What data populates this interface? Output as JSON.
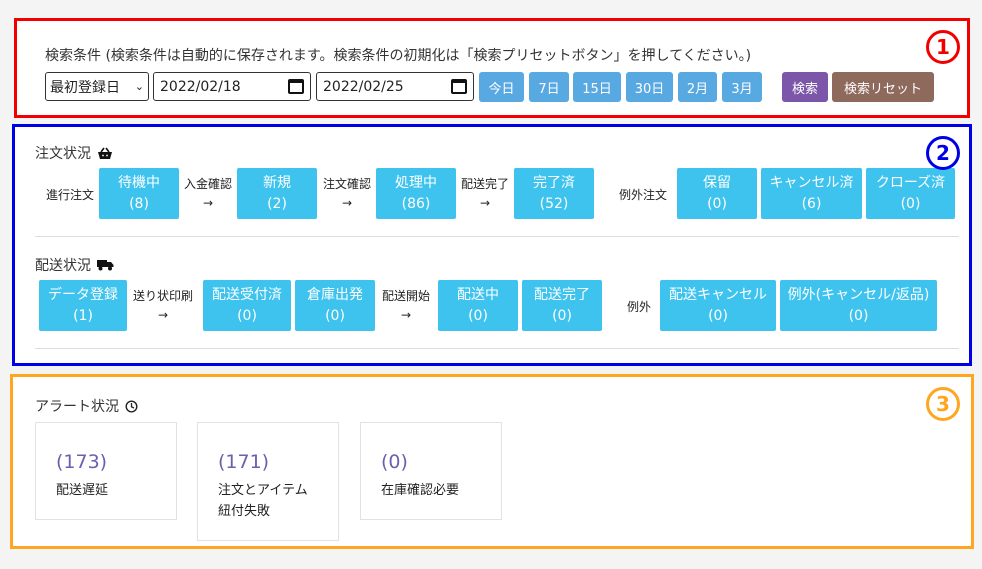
{
  "search": {
    "title": "検索条件 (検索条件は自動的に保存されます。検索条件の初期化は「検索プリセットボタン」を押してください。)",
    "sort_select": "最初登録日",
    "date_from": "2022/02/18",
    "date_to": "2022/02/25",
    "quick_ranges": [
      "今日",
      "7日",
      "15日",
      "30日",
      "2月",
      "3月"
    ],
    "search_label": "検索",
    "reset_label": "検索リセット",
    "marker": "1"
  },
  "order_status": {
    "heading": "注文状況",
    "icon": "basket-icon",
    "progress_label": "進行注文",
    "steps": [
      {
        "label": "待機中",
        "count": "(8)"
      },
      {
        "label": "新規",
        "count": "(2)"
      },
      {
        "label": "処理中",
        "count": "(86)"
      },
      {
        "label": "完了済",
        "count": "(52)"
      }
    ],
    "transitions": [
      "入金確認",
      "注文確認",
      "配送完了"
    ],
    "arrow": "→",
    "exception_label": "例外注文",
    "exceptions": [
      {
        "label": "保留",
        "count": "(0)"
      },
      {
        "label": "キャンセル済",
        "count": "(6)"
      },
      {
        "label": "クローズ済",
        "count": "(0)"
      }
    ]
  },
  "shipping_status": {
    "heading": "配送状況",
    "icon": "truck-icon",
    "steps": [
      {
        "label": "データ登録",
        "count": "(1)"
      },
      {
        "label": "配送受付済",
        "count": "(0)"
      },
      {
        "label": "倉庫出発",
        "count": "(0)"
      },
      {
        "label": "配送中",
        "count": "(0)"
      },
      {
        "label": "配送完了",
        "count": "(0)"
      }
    ],
    "transitions": [
      "送り状印刷",
      "配送開始"
    ],
    "arrow": "→",
    "exception_label": "例外",
    "exceptions": [
      {
        "label": "配送キャンセル",
        "count": "(0)"
      },
      {
        "label": "例外(キャンセル/返品)",
        "count": "(0)"
      }
    ],
    "marker": "2"
  },
  "alerts": {
    "heading": "アラート状況",
    "icon": "clock-icon",
    "items": [
      {
        "count": "(173)",
        "label": "配送遅延"
      },
      {
        "count": "(171)",
        "label_line1": "注文とアイテム",
        "label_line2": "紐付失敗"
      },
      {
        "count": "(0)",
        "label": "在庫確認必要"
      }
    ],
    "marker": "3"
  },
  "colors": {
    "red_frame": "#f20000",
    "blue_frame": "#0000e6",
    "orange_frame": "#ffa51f",
    "status_button": "#3ec3ee",
    "quick_button": "#58a9e2",
    "search_button": "#7c56a8",
    "reset_button": "#8e6a5d"
  }
}
